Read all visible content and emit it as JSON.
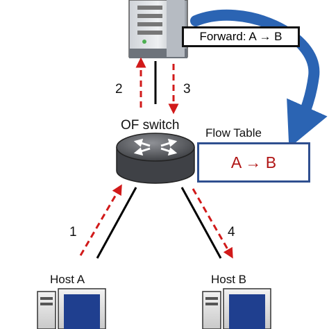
{
  "controller": {
    "forward_rule": "Forward: A → B"
  },
  "switch": {
    "label": "OF switch"
  },
  "flow_table": {
    "title": "Flow Table",
    "entry": "A → B"
  },
  "steps": [
    "1",
    "2",
    "3",
    "4"
  ],
  "hosts": {
    "a": "Host A",
    "b": "Host B"
  },
  "colors": {
    "dashed_arrow": "#d11a1a",
    "link": "#000000",
    "curve_arrow": "#2b64b3",
    "flow_table_border": "#2f4f8f",
    "flow_entry_text": "#b01414"
  }
}
